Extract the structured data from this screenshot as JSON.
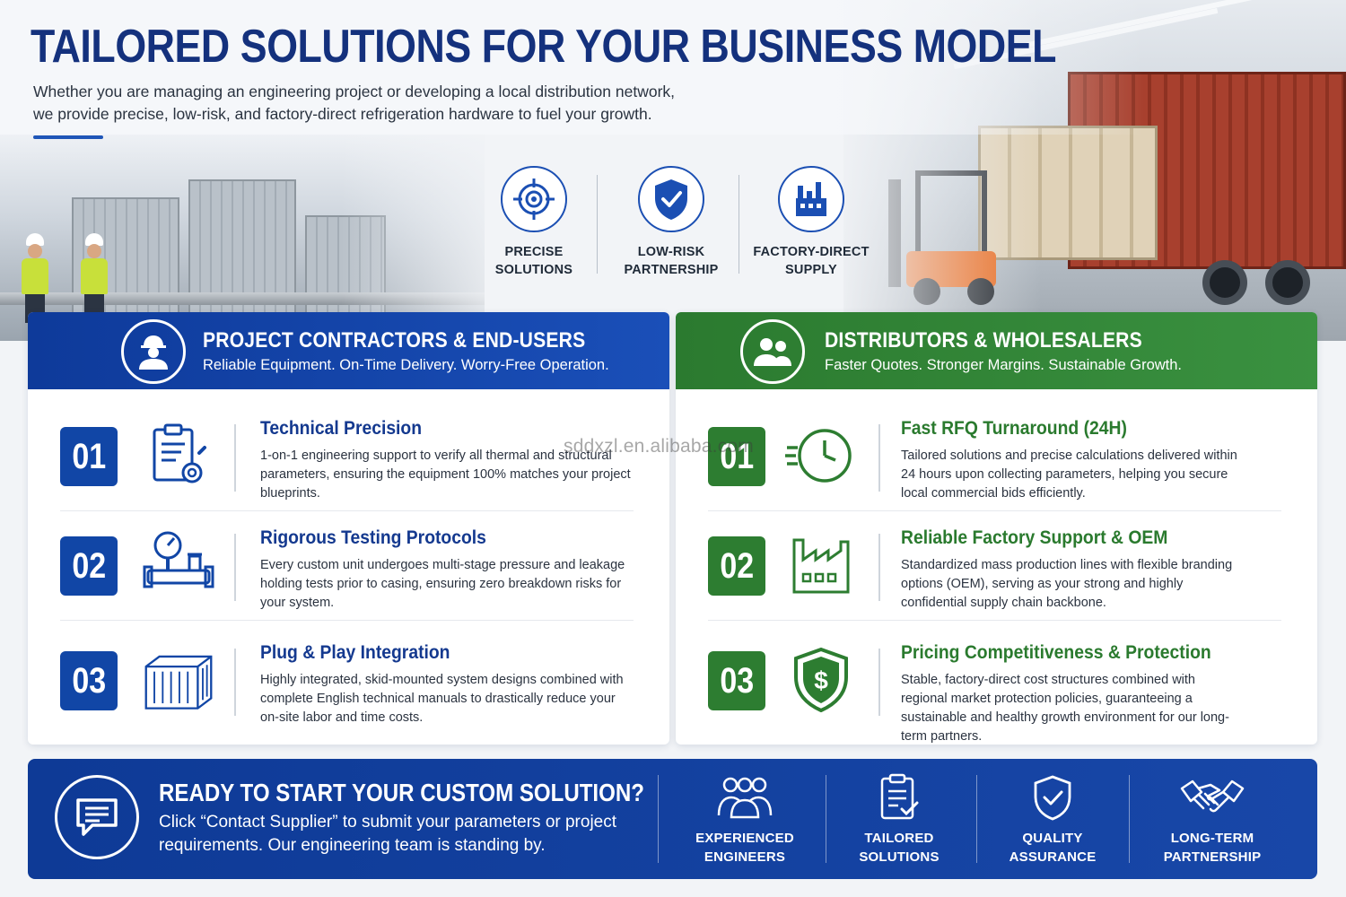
{
  "header": {
    "title": "TAILORED SOLUTIONS FOR YOUR BUSINESS MODEL",
    "subtitle_line1": "Whether you are managing an engineering project or developing a local distribution network,",
    "subtitle_line2": "we provide precise, low-risk, and factory-direct refrigeration hardware to fuel your growth."
  },
  "badges": [
    {
      "icon": "target-icon",
      "line1": "PRECISE",
      "line2": "SOLUTIONS"
    },
    {
      "icon": "shield-check-icon",
      "line1": "LOW-RISK",
      "line2": "PARTNERSHIP"
    },
    {
      "icon": "factory-icon",
      "line1": "FACTORY-DIRECT",
      "line2": "SUPPLY"
    }
  ],
  "left_panel": {
    "title": "PROJECT CONTRACTORS & END-USERS",
    "subtitle": "Reliable Equipment. On-Time Delivery. Worry-Free Operation.",
    "icon": "worker-icon",
    "accent": "#1146a6",
    "items": [
      {
        "num": "01",
        "icon": "clipboard-gear-icon",
        "title": "Technical Precision",
        "desc": "1-on-1 engineering support to verify all thermal and structural parameters, ensuring the equipment 100% matches your project blueprints."
      },
      {
        "num": "02",
        "icon": "pressure-gauge-icon",
        "title": "Rigorous Testing Protocols",
        "desc": "Every custom unit undergoes multi-stage pressure and leakage holding tests prior to casing, ensuring zero breakdown risks for your system."
      },
      {
        "num": "03",
        "icon": "skid-unit-icon",
        "title": "Plug & Play Integration",
        "desc": "Highly integrated, skid-mounted system designs combined with complete English technical manuals to drastically reduce your on-site labor and time costs."
      }
    ]
  },
  "right_panel": {
    "title": "DISTRIBUTORS & WHOLESALERS",
    "subtitle": "Faster Quotes. Stronger Margins. Sustainable Growth.",
    "icon": "users-icon",
    "accent": "#2d7d31",
    "items": [
      {
        "num": "01",
        "icon": "fast-clock-icon",
        "title": "Fast RFQ Turnaround (24H)",
        "desc": "Tailored solutions and precise calculations delivered within 24 hours upon collecting parameters, helping you secure local commercial bids efficiently."
      },
      {
        "num": "02",
        "icon": "factory-outline-icon",
        "title": "Reliable Factory Support & OEM",
        "desc": "Standardized mass production lines with flexible branding options (OEM), serving as your strong and highly confidential supply chain backbone."
      },
      {
        "num": "03",
        "icon": "dollar-shield-icon",
        "title": "Pricing Competitiveness & Protection",
        "desc": "Stable, factory-direct cost structures combined with regional market protection policies, guaranteeing a sustainable and healthy growth environment for our long-term partners."
      }
    ]
  },
  "watermark": "sddxzl.en.alibaba.com",
  "footer": {
    "title": "READY TO START YOUR CUSTOM SOLUTION?",
    "text": "Click “Contact Supplier” to submit your parameters or project requirements. Our engineering team is standing by.",
    "features": [
      {
        "icon": "engineers-icon",
        "line1": "EXPERIENCED",
        "line2": "ENGINEERS"
      },
      {
        "icon": "checklist-icon",
        "line1": "TAILORED",
        "line2": "SOLUTIONS"
      },
      {
        "icon": "quality-shield-icon",
        "line1": "QUALITY",
        "line2": "ASSURANCE"
      },
      {
        "icon": "handshake-icon",
        "line1": "LONG-TERM",
        "line2": "PARTNERSHIP"
      }
    ]
  }
}
